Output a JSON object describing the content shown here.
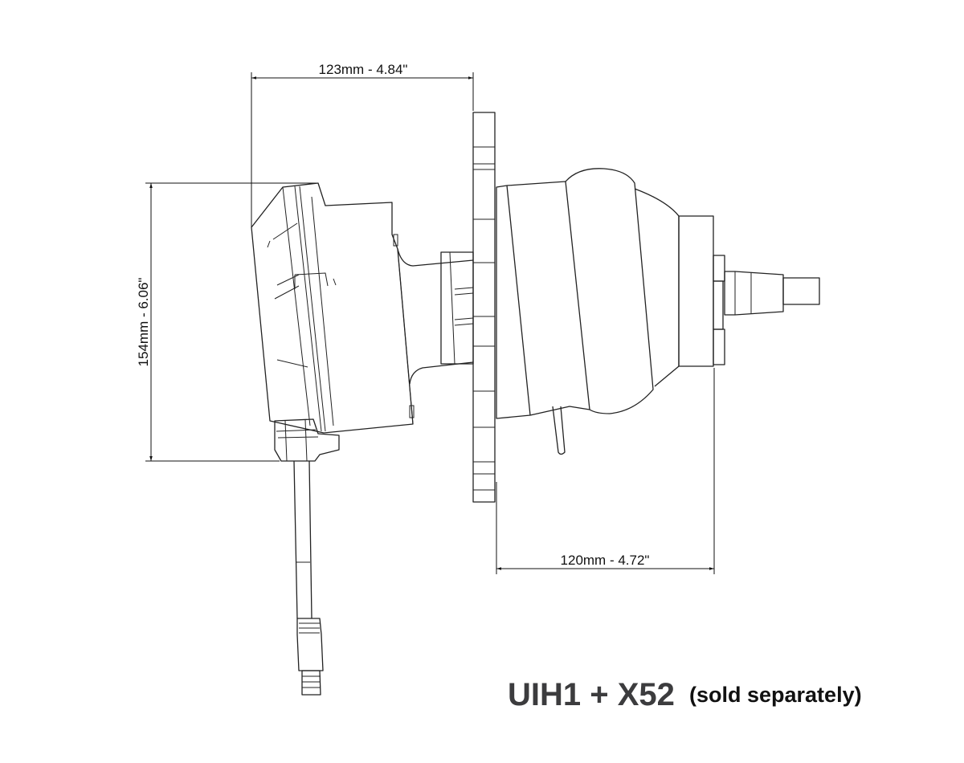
{
  "dimensions": {
    "overall_depth": "123mm - 4.84\"",
    "height": "154mm - 6.06\"",
    "protrusion": "120mm - 4.72\""
  },
  "caption": {
    "product": "UIH1 + X52",
    "note": "(sold separately)"
  }
}
